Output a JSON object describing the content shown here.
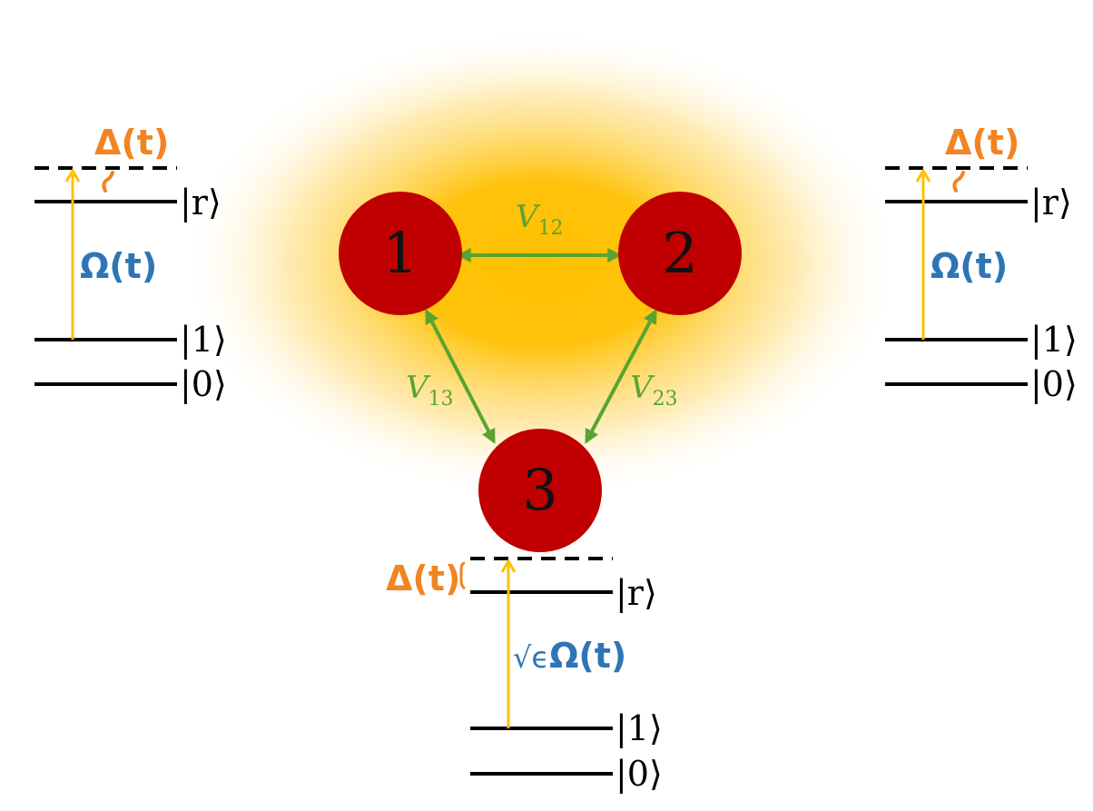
{
  "colors": {
    "atom": "#c00000",
    "interaction": "#5aa331",
    "laser": "#ffc000",
    "detuning": "#f28422",
    "rabi": "#2e75b6",
    "glow": "#ffc000",
    "level": "#000000"
  },
  "atoms": [
    {
      "label": "1"
    },
    {
      "label": "2"
    },
    {
      "label": "3"
    }
  ],
  "couplings": [
    {
      "symbol": "V",
      "sub": "12"
    },
    {
      "symbol": "V",
      "sub": "13"
    },
    {
      "symbol": "V",
      "sub": "23"
    }
  ],
  "level_diagrams": [
    {
      "detuning": "Δ(t)",
      "rabi": "Ω(t)",
      "levels": [
        "|r⟩",
        "|1⟩",
        "|0⟩"
      ]
    },
    {
      "detuning": "Δ(t)",
      "rabi": "Ω(t)",
      "levels": [
        "|r⟩",
        "|1⟩",
        "|0⟩"
      ]
    },
    {
      "detuning": "Δ(t)",
      "rabi_prefix": "√ϵ",
      "rabi": "Ω(t)",
      "levels": [
        "|r⟩",
        "|1⟩",
        "|0⟩"
      ]
    }
  ]
}
